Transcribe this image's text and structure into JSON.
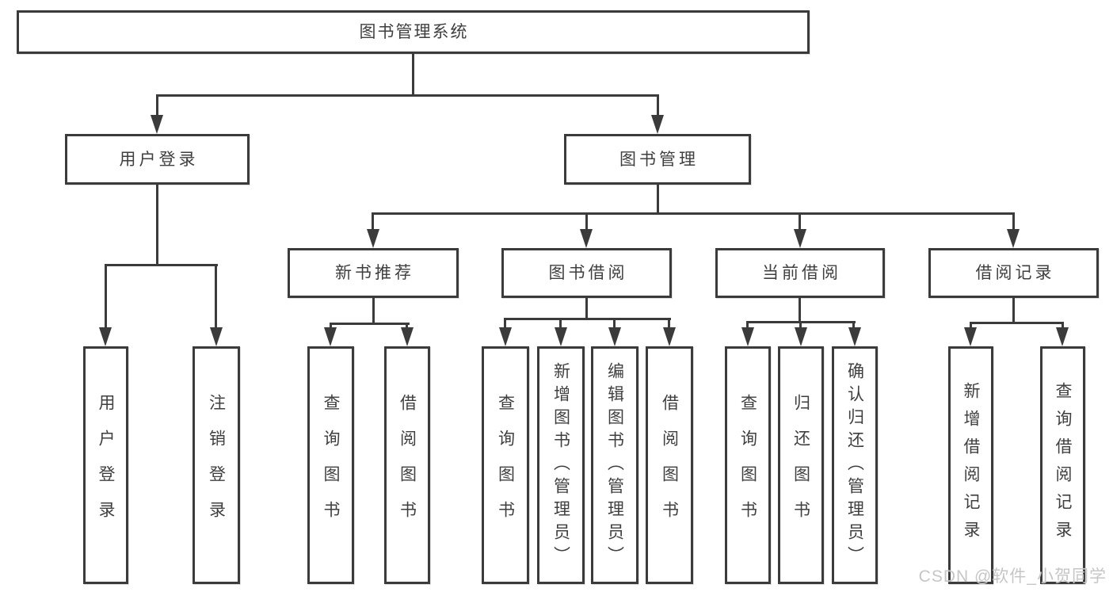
{
  "title": "图书管理系统",
  "watermark": "CSDN @软件_小贺同学",
  "colors": {
    "line": "#3b3b3b",
    "text": "#3f3f3f",
    "watermark": "#c6c6c6",
    "background": "#ffffff"
  },
  "nodes": {
    "root": "图书管理系统",
    "user_login": "用户登录",
    "book_mgmt": "图书管理",
    "new_book_rec": "新书推荐",
    "book_borrow": "图书借阅",
    "current_borrow": "当前借阅",
    "borrow_records": "借阅记录",
    "leaf_user_login": "用户登录",
    "leaf_logout": "注销登录",
    "leaf_rec_query_book": "查询图书",
    "leaf_rec_borrow_book": "借阅图书",
    "leaf_bb_query_book": "查询图书",
    "leaf_bb_add_book": "新增图书（管理员）",
    "leaf_bb_edit_book": "编辑图书（管理员）",
    "leaf_bb_borrow_book": "借阅图书",
    "leaf_cb_query_book": "查询图书",
    "leaf_cb_return_book": "归还图书",
    "leaf_cb_confirm_return": "确认归还（管理员）",
    "leaf_br_add_record": "新增借阅记录",
    "leaf_br_query_record": "查询借阅记录"
  },
  "hierarchy": {
    "图书管理系统": {
      "用户登录": [
        "用户登录",
        "注销登录"
      ],
      "图书管理": {
        "新书推荐": [
          "查询图书",
          "借阅图书"
        ],
        "图书借阅": [
          "查询图书",
          "新增图书（管理员）",
          "编辑图书（管理员）",
          "借阅图书"
        ],
        "当前借阅": [
          "查询图书",
          "归还图书",
          "确认归还（管理员）"
        ],
        "借阅记录": [
          "新增借阅记录",
          "查询借阅记录"
        ]
      }
    }
  }
}
